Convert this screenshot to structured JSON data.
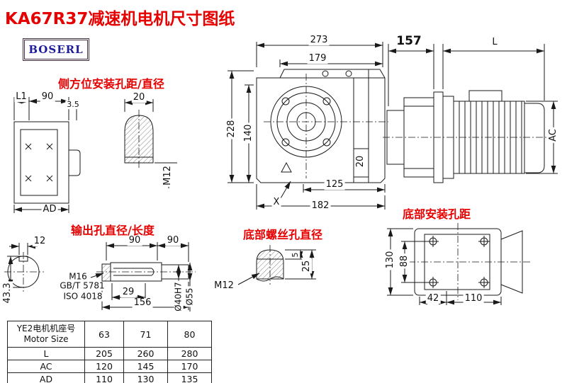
{
  "colors": {
    "accent_red": "#e60000",
    "logo_blue": "#1c1c9c",
    "line": "#1a1a1a"
  },
  "header": {
    "title": "KA67R37减速机电机尺寸图纸",
    "logo": "BOSERL"
  },
  "labels": {
    "side_mount": "侧方位安装孔距/直径",
    "output_hole": "输出孔直径/长度",
    "bottom_screw": "底部螺丝孔直径",
    "bottom_mount": "底部安装孔距"
  },
  "left_view": {
    "l1": "L1",
    "w": "90",
    "t": "3.5",
    "ad": "AD"
  },
  "hole_detail": {
    "w": "20",
    "thread": "M12"
  },
  "front_view": {
    "w_total": "273",
    "w_top": "179",
    "h_total": "228",
    "h_center": "140",
    "slot": "20",
    "w_foot": "125",
    "w_base": "182",
    "x_mark": "X"
  },
  "motor_view": {
    "w_gear": "157",
    "len": "L",
    "height": "AC"
  },
  "output_view": {
    "key_w": "12",
    "seg1": "90",
    "seg2": "90",
    "h": "43.3",
    "bolt": "M16",
    "std1": "GB/T 5781",
    "std2": "ISO 4018",
    "key_len": "29",
    "total_len": "156",
    "d_bore": "Ø40H7",
    "d_shaft": "Ø55"
  },
  "screw_view": {
    "thread": "M12",
    "depth1": "5",
    "depth2": "25"
  },
  "bottom_view": {
    "h_total": "130",
    "h_holes": "88",
    "w_off": "42",
    "w_holes": "110"
  },
  "table": {
    "header_cn": "YE2电机机座号",
    "header_en": "Motor Size",
    "sizes": [
      "63",
      "71",
      "80"
    ],
    "rows": [
      {
        "label": "L",
        "values": [
          "205",
          "260",
          "280"
        ]
      },
      {
        "label": "AC",
        "values": [
          "120",
          "145",
          "170"
        ]
      },
      {
        "label": "AD",
        "values": [
          "110",
          "130",
          "135"
        ]
      }
    ]
  }
}
